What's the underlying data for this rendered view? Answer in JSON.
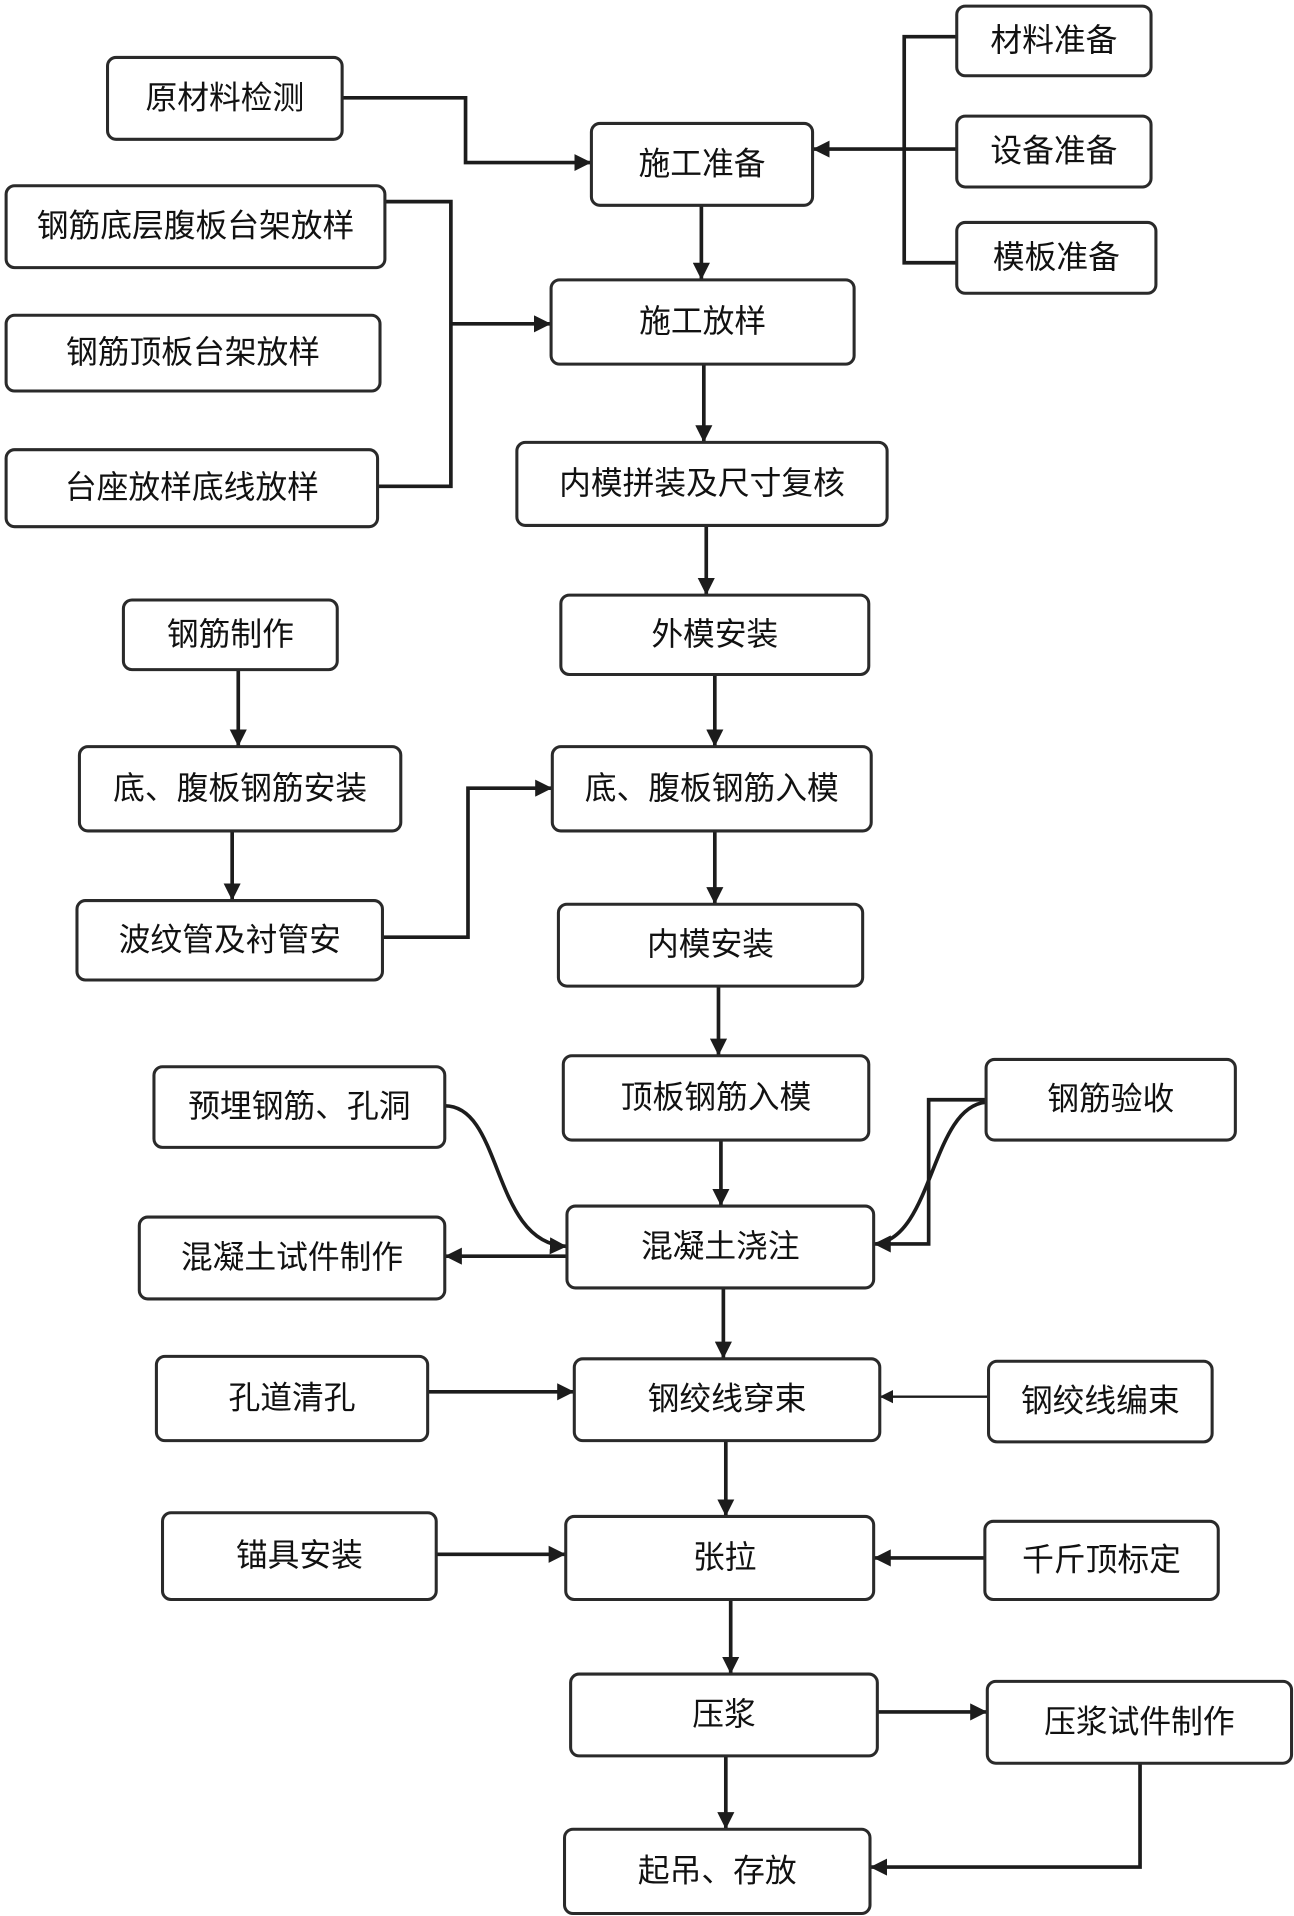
{
  "flowchart": {
    "main": {
      "construction_prep": "施工准备",
      "construction_layout": "施工放样",
      "inner_mold_assembly_check": "内模拼装及尺寸复核",
      "outer_mold_install": "外模安装",
      "bottom_web_rebar_in_mold": "底、腹板钢筋入模",
      "inner_mold_install": "内模安装",
      "top_slab_rebar_in_mold": "顶板钢筋入模",
      "concrete_pouring": "混凝土浇注",
      "strand_threading": "钢绞线穿束",
      "tensioning": "张拉",
      "grouting": "压浆",
      "lifting_storage": "起吊、存放"
    },
    "side": {
      "material_prep": "材料准备",
      "equipment_prep": "设备准备",
      "formwork_prep": "模板准备",
      "raw_material_test": "原材料检测",
      "rebar_bottom_web_rack_layout": "钢筋底层腹板台架放样",
      "rebar_top_slab_rack_layout": "钢筋顶板台架放样",
      "pedestal_baseline_layout": "台座放样底线放样",
      "rebar_fabrication": "钢筋制作",
      "bottom_web_rebar_install": "底、腹板钢筋安装",
      "duct_liner_install": "波纹管及衬管安",
      "embedded_rebar_holes": "预埋钢筋、孔洞",
      "rebar_acceptance": "钢筋验收",
      "concrete_specimen": "混凝土试件制作",
      "duct_cleaning": "孔道清孔",
      "strand_bundling": "钢绞线编束",
      "anchor_install": "锚具安装",
      "jack_calibration": "千斤顶标定",
      "grout_specimen": "压浆试件制作"
    }
  }
}
